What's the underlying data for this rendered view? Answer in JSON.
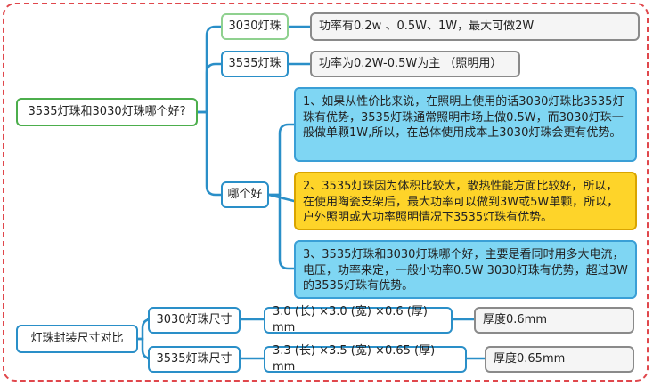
{
  "root": "3535灯珠和3030灯珠哪个好?",
  "branch_3030": {
    "label": "3030灯珠",
    "detail": "功率有0.2w 、0.5W、1W，最大可做2W"
  },
  "branch_3535": {
    "label": "3535灯珠",
    "detail": "功率为0.2W-0.5W为主 （照明用）"
  },
  "which": {
    "label": "哪个好",
    "points": [
      "1、如果从性价比来说，在照明上使用的话3030灯珠比3535灯珠有优势，3535灯珠通常照明市场上做0.5W，而3030灯珠一般做单颗1W,所以，在总体使用成本上3030灯珠会更有优势。",
      "2、3535灯珠因为体积比较大，散热性能方面比较好，所以，在使用陶瓷支架后，最大功率可以做到3W或5W单颗，所以，户外照明或大功率照明情况下3535灯珠有优势。",
      "3、3535灯珠和3030灯珠哪个好，主要是看同时用多大电流，电压，功率来定，一般小功率0.5W 3030灯珠有优势，超过3W的3535灯珠有优势。"
    ]
  },
  "package": {
    "label": "灯珠封装尺寸对比",
    "items": [
      {
        "label": "3030灯珠尺寸",
        "size": "3.0 (长) ×3.0 (宽) ×0.6 (厚) mm",
        "thickness": "厚度0.6mm"
      },
      {
        "label": "3535灯珠尺寸",
        "size": "3.3 (长) ×3.5 (宽) ×0.65 (厚) mm",
        "thickness": "厚度0.65mm"
      }
    ]
  },
  "colors": {
    "frame": "#e0474c",
    "connector": "#2a8fc8",
    "root_border": "#4cae4c",
    "highlight": "#fed429",
    "info": "#7fd6f3"
  }
}
